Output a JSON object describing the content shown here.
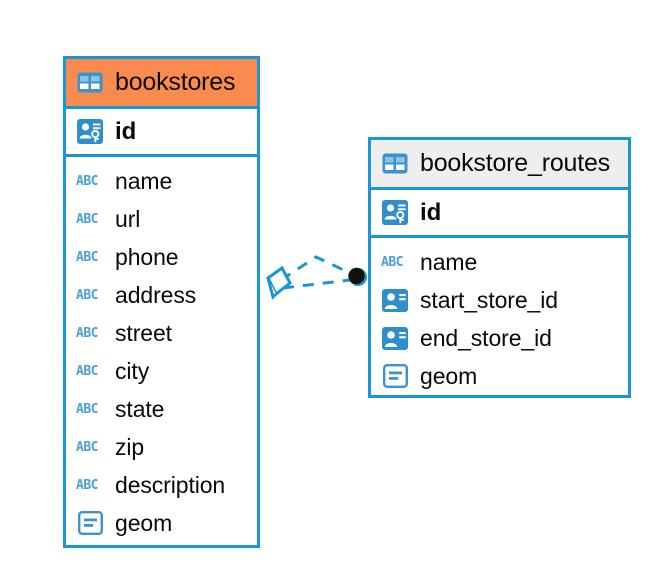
{
  "diagram": {
    "title": "bookstores / bookstore_routes entity relationship diagram",
    "background": "#ffffff",
    "accent_color": "#1a95d6",
    "highlight_header_color": "#f98b4e",
    "plain_header_color": "#eeeeee",
    "connector_color": "#1a95d6",
    "endpoint_color": "#111111"
  },
  "entities": [
    {
      "name": "bookstores",
      "header_style": "accent",
      "table_icon": "table-icon",
      "primary_key": {
        "label": "id",
        "icon": "primary-key-icon"
      },
      "fields": [
        {
          "label": "name",
          "icon": "text-abc-icon"
        },
        {
          "label": "url",
          "icon": "text-abc-icon"
        },
        {
          "label": "phone",
          "icon": "text-abc-icon"
        },
        {
          "label": "address",
          "icon": "text-abc-icon"
        },
        {
          "label": "street",
          "icon": "text-abc-icon"
        },
        {
          "label": "city",
          "icon": "text-abc-icon"
        },
        {
          "label": "state",
          "icon": "text-abc-icon"
        },
        {
          "label": "zip",
          "icon": "text-abc-icon"
        },
        {
          "label": "description",
          "icon": "text-abc-icon"
        },
        {
          "label": "geom",
          "icon": "geometry-icon"
        }
      ]
    },
    {
      "name": "bookstore_routes",
      "header_style": "plain",
      "table_icon": "table-icon",
      "primary_key": {
        "label": "id",
        "icon": "primary-key-icon"
      },
      "fields": [
        {
          "label": "name",
          "icon": "text-abc-icon"
        },
        {
          "label": "start_store_id",
          "icon": "foreign-key-icon"
        },
        {
          "label": "end_store_id",
          "icon": "foreign-key-icon"
        },
        {
          "label": "geom",
          "icon": "geometry-icon"
        }
      ]
    }
  ],
  "relationship": {
    "style": "dashed",
    "source_marker": "diamond-marker",
    "target_marker": "filled-circle-marker"
  }
}
